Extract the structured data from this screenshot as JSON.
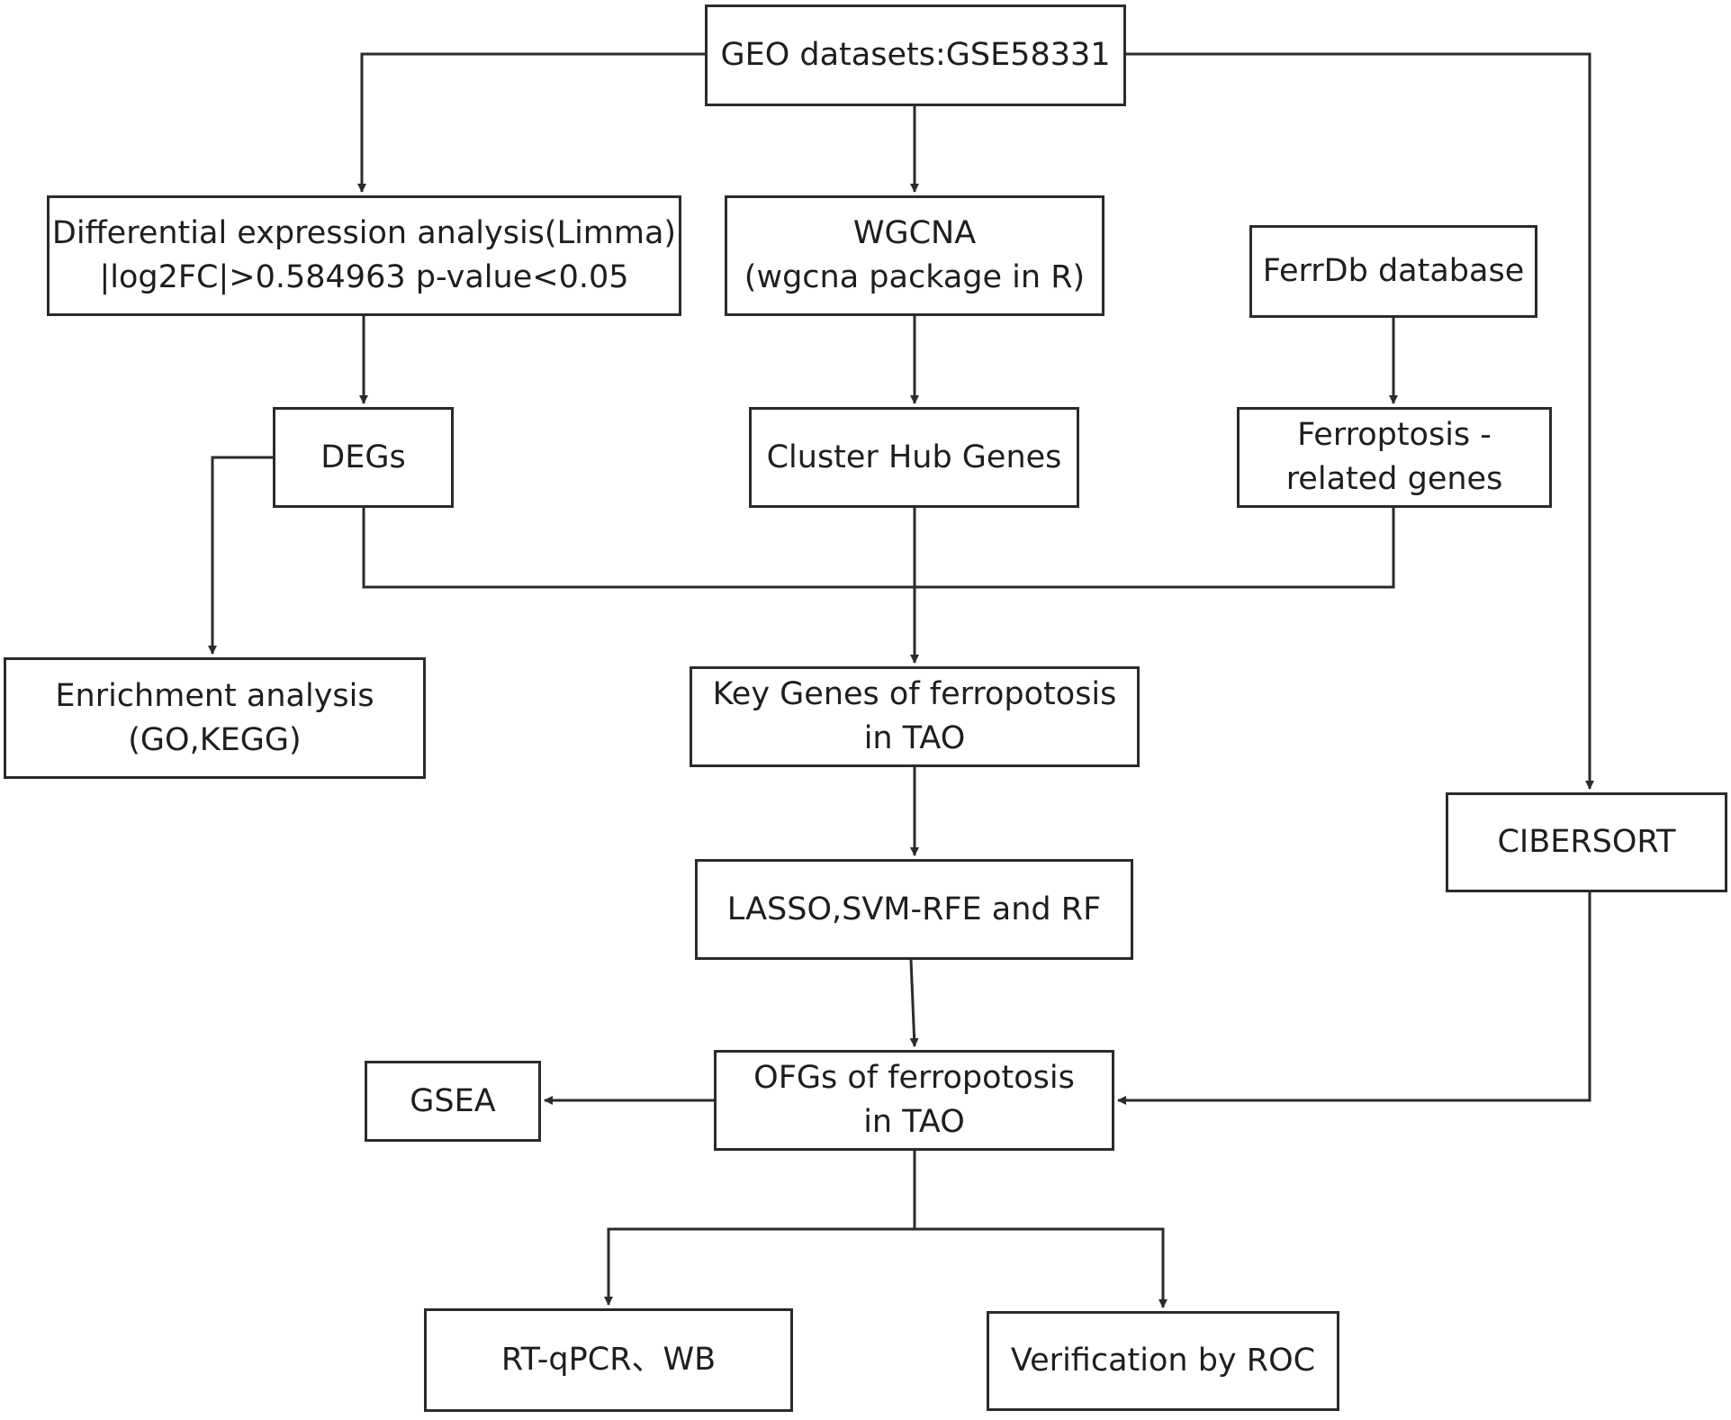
{
  "nodes": {
    "geo": {
      "lines": [
        "GEO datasets:GSE58331"
      ]
    },
    "dea": {
      "lines": [
        "Differential expression analysis(Limma)",
        "|log2FC|>0.584963   p-value<0.05"
      ]
    },
    "wgcna": {
      "lines": [
        "WGCNA",
        "(wgcna package in R)"
      ]
    },
    "ferrdb": {
      "lines": [
        "FerrDb database"
      ]
    },
    "degs": {
      "lines": [
        "DEGs"
      ]
    },
    "hub": {
      "lines": [
        "Cluster Hub Genes"
      ]
    },
    "frg": {
      "lines": [
        "Ferroptosis -",
        "related genes"
      ]
    },
    "enrich": {
      "lines": [
        "Enrichment analysis",
        "(GO,KEGG)"
      ]
    },
    "key": {
      "lines": [
        "Key Genes of ferropotosis",
        "in TAO"
      ]
    },
    "cibersort": {
      "lines": [
        "CIBERSORT"
      ]
    },
    "ml": {
      "lines": [
        "LASSO,SVM-RFE and RF"
      ]
    },
    "ofg": {
      "lines": [
        "OFGs of ferropotosis",
        "in TAO"
      ]
    },
    "gsea": {
      "lines": [
        "GSEA"
      ]
    },
    "rtqpcr": {
      "lines": [
        "RT-qPCR、WB"
      ]
    },
    "roc": {
      "lines": [
        "Verification by ROC"
      ]
    }
  },
  "edges": [
    {
      "from": "geo",
      "to": "dea"
    },
    {
      "from": "geo",
      "to": "wgcna"
    },
    {
      "from": "geo",
      "to": "cibersort"
    },
    {
      "from": "dea",
      "to": "degs"
    },
    {
      "from": "wgcna",
      "to": "hub"
    },
    {
      "from": "ferrdb",
      "to": "frg"
    },
    {
      "from": "degs",
      "to": "enrich"
    },
    {
      "from": "degs",
      "to": "key"
    },
    {
      "from": "hub",
      "to": "key"
    },
    {
      "from": "frg",
      "to": "key"
    },
    {
      "from": "key",
      "to": "ml"
    },
    {
      "from": "ml",
      "to": "ofg"
    },
    {
      "from": "cibersort",
      "to": "ofg"
    },
    {
      "from": "ofg",
      "to": "gsea"
    },
    {
      "from": "ofg",
      "to": "rtqpcr"
    },
    {
      "from": "ofg",
      "to": "roc"
    }
  ],
  "colors": {
    "stroke": "#2b2b2b",
    "text": "#1e1e1e",
    "background": "#ffffff"
  }
}
